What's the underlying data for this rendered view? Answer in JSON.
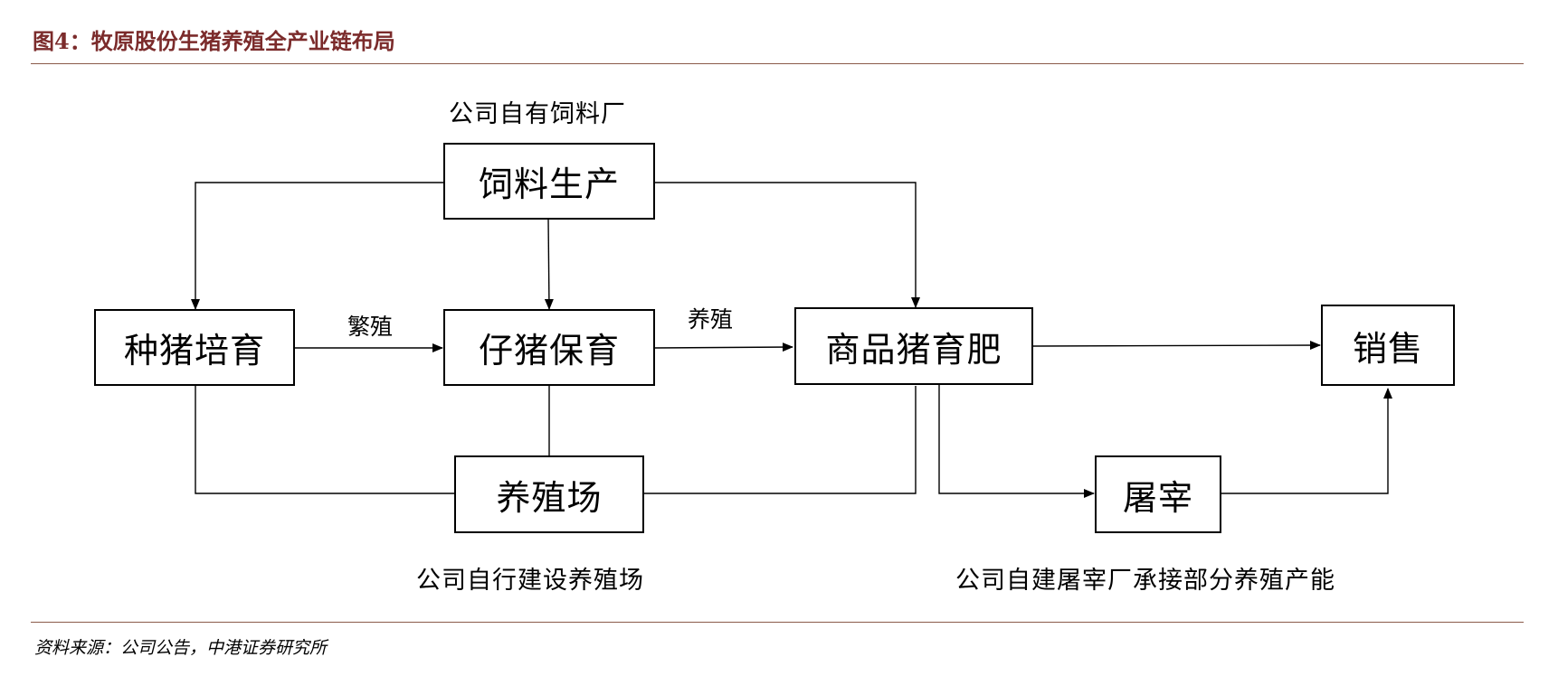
{
  "title": "图4：牧原股份生猪养殖全产业链布局",
  "source": "资料来源：公司公告，中港证券研究所",
  "colors": {
    "title": "#7b2b2b",
    "rule": "#8a5a4a",
    "line": "#000000"
  },
  "nodes": {
    "feed": "饲料生产",
    "breeding_pig": "种猪培育",
    "piglet": "仔猪保育",
    "fattening": "商品猪育肥",
    "sales": "销售",
    "farm": "养殖场",
    "slaughter": "屠宰"
  },
  "edge_labels": {
    "breeding_to_piglet": "繁殖",
    "piglet_to_fattening": "养殖"
  },
  "captions": {
    "feed_mill": "公司自有饲料厂",
    "own_farms": "公司自行建设养殖场",
    "own_slaughter": "公司自建屠宰厂承接部分养殖产能"
  }
}
